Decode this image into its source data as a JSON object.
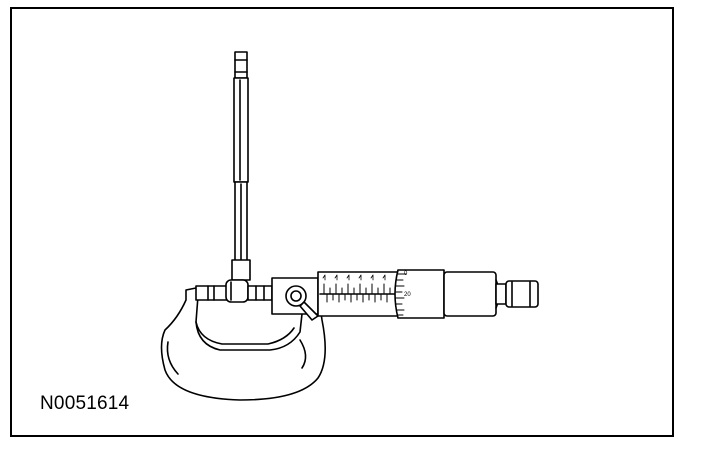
{
  "figure": {
    "id_label": "N0051614",
    "thimble_marks": [
      "0",
      "20"
    ]
  },
  "colors": {
    "stroke": "#000000",
    "background": "#ffffff"
  }
}
